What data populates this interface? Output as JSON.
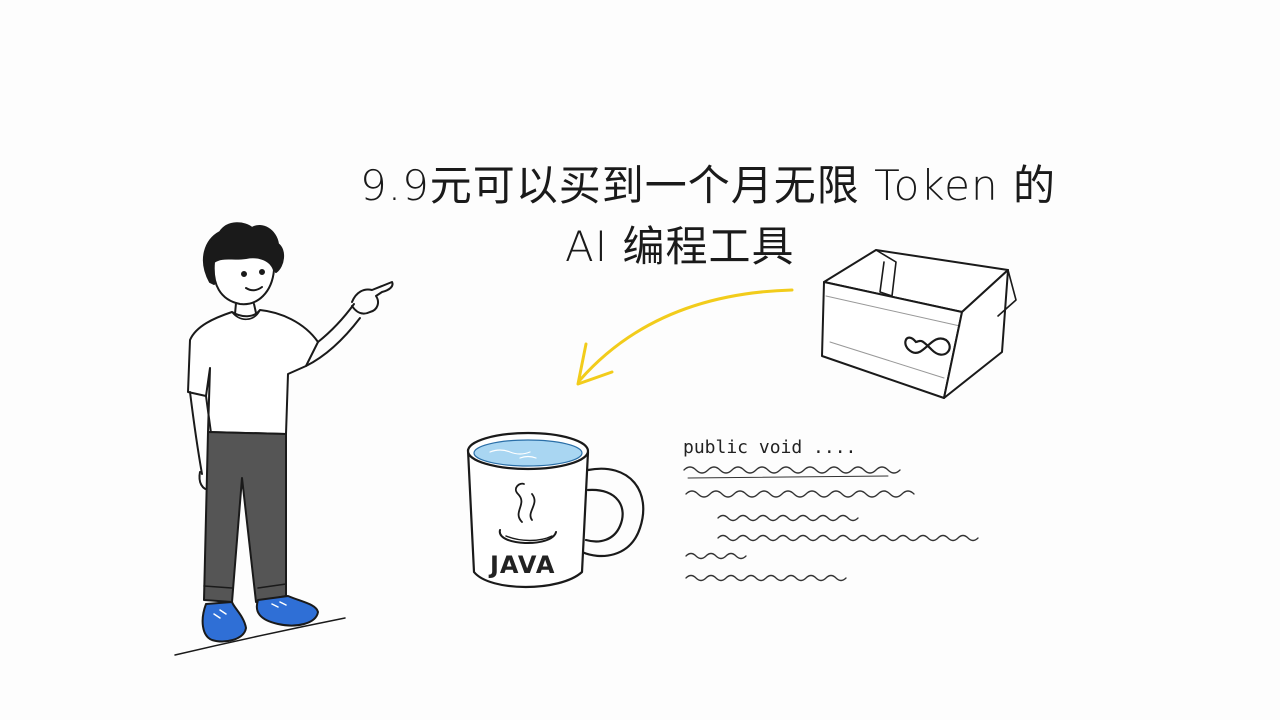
{
  "headline": {
    "line1": "9.9元可以买到一个月无限 Token 的",
    "line2": "AI 编程工具"
  },
  "mug": {
    "label": "JAVA"
  },
  "code": {
    "first_line": "public void ...."
  },
  "colors": {
    "arrow": "#f2cc1b",
    "shoes": "#2f6fd6",
    "pants": "#555555",
    "coffee": "#a9d6f2",
    "ink": "#1a1a1a"
  },
  "icons": [
    "person-icon",
    "box-icon",
    "infinity-icon",
    "mug-icon",
    "steam-icon",
    "arrow-icon"
  ]
}
